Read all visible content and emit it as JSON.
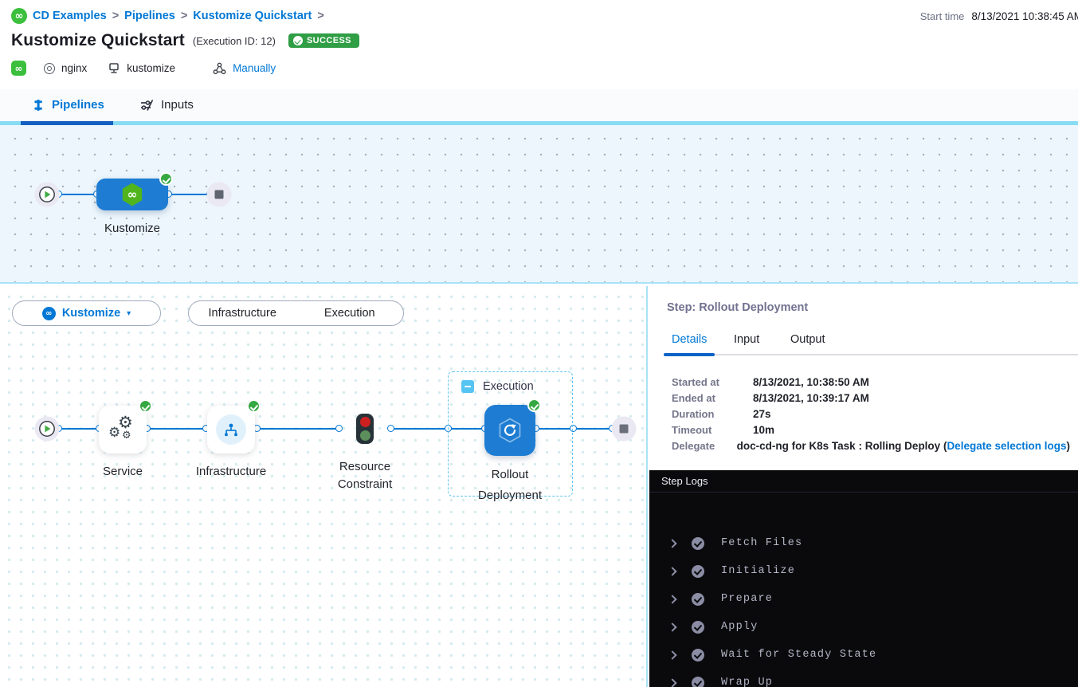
{
  "header": {
    "breadcrumb": {
      "separator": ">",
      "items": [
        {
          "label": "CD Examples"
        },
        {
          "label": "Pipelines"
        },
        {
          "label": "Kustomize Quickstart"
        }
      ]
    },
    "start_time": {
      "label": "Start time",
      "value": "8/13/2021 10:38:45 AM"
    },
    "title": "Kustomize Quickstart",
    "execution_id": "(Execution ID: 12)",
    "status": "SUCCESS",
    "meta": {
      "service_name": "nginx",
      "environment_name": "kustomize",
      "trigger_type": "Manually"
    }
  },
  "tab_bar": {
    "tabs": [
      {
        "label": "Pipelines"
      },
      {
        "label": "Inputs"
      }
    ]
  },
  "stage_graph": {
    "stage_label": "Kustomize"
  },
  "toolbar": {
    "stage_selector_label": "Kustomize",
    "view_toggle": [
      {
        "label": "Infrastructure"
      },
      {
        "label": "Execution"
      }
    ]
  },
  "execution_graph": {
    "group_label": "Execution",
    "node_labels": {
      "service": "Service",
      "infrastructure": "Infrastructure",
      "resource_constraint": "Resource Constraint",
      "rollout": "Rollout Deployment"
    }
  },
  "step_panel": {
    "title": "Step: Rollout Deployment",
    "tabs": [
      {
        "label": "Details"
      },
      {
        "label": "Input"
      },
      {
        "label": "Output"
      }
    ],
    "details": [
      {
        "label": "Started at",
        "value": "8/13/2021, 10:38:50 AM"
      },
      {
        "label": "Ended at",
        "value": "8/13/2021, 10:39:17 AM"
      },
      {
        "label": "Duration",
        "value": "27s"
      },
      {
        "label": "Timeout",
        "value": "10m"
      }
    ],
    "delegate": {
      "label": "Delegate",
      "prefix": "doc-cd-ng for K8s Task : Rolling Deploy (",
      "link": "Delegate selection logs",
      "suffix": ")"
    }
  },
  "step_logs": {
    "title": "Step Logs",
    "entries": [
      {
        "label": "Fetch Files"
      },
      {
        "label": "Initialize"
      },
      {
        "label": "Prepare"
      },
      {
        "label": "Apply"
      },
      {
        "label": "Wait for Steady State"
      },
      {
        "label": "Wrap Up"
      }
    ]
  },
  "icon_glyphs": {
    "cd_loop": "∞",
    "dropdown_caret": "▾"
  },
  "colors": {
    "primary_blue": "#0278d5",
    "node_blue": "#1e7dd3",
    "success_green": "#36a842",
    "badge_green": "#2f9e44",
    "hexagon_green": "#51b41d",
    "tab_strip_blue": "#87dcf4",
    "log_background": "#0a0a0d"
  }
}
